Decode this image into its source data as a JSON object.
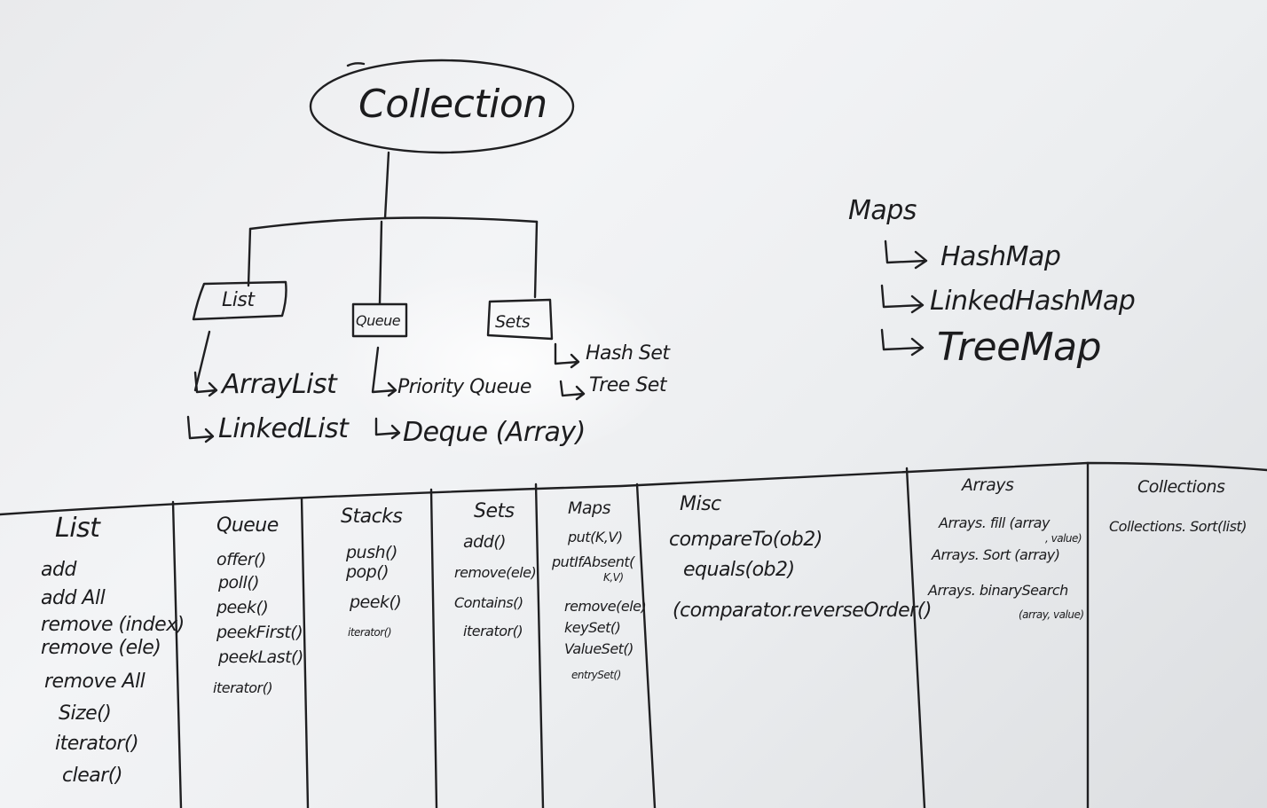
{
  "hierarchy": {
    "root": "Collection",
    "list": {
      "label": "List",
      "children": [
        "ArrayList",
        "LinkedList"
      ]
    },
    "queue": {
      "label": "Queue",
      "children": [
        "Priority Queue",
        "Deque (Array)"
      ]
    },
    "sets": {
      "label": "Sets",
      "children": [
        "Hash Set",
        "Tree Set"
      ]
    }
  },
  "maps": {
    "title": "Maps",
    "children": [
      "HashMap",
      "LinkedHashMap",
      "TreeMap"
    ]
  },
  "table": {
    "list": {
      "header": "List",
      "items": [
        "add",
        "add All",
        "remove (index)",
        "remove (ele)",
        "remove All",
        "Size()",
        "iterator()",
        "clear()"
      ]
    },
    "queue": {
      "header": "Queue",
      "items": [
        "offer()",
        "poll()",
        "peek()",
        "peekFirst()",
        "peekLast()",
        "iterator()"
      ]
    },
    "stacks": {
      "header": "Stacks",
      "items": [
        "push()",
        "pop()",
        "peek()",
        "iterator()"
      ]
    },
    "sets": {
      "header": "Sets",
      "items": [
        "add()",
        "remove(ele)",
        "Contains()",
        "iterator()"
      ]
    },
    "maps": {
      "header": "Maps",
      "items": [
        "put(K,V)",
        "putIfAbsent(",
        "K,V)",
        "remove(ele)",
        "keySet()",
        "ValueSet()",
        "entrySet()"
      ]
    },
    "misc": {
      "header": "Misc",
      "items": [
        "compareTo(ob2)",
        "equals(ob2)",
        "(comparator.reverseOrder()"
      ]
    },
    "arrays": {
      "header": "Arrays",
      "items": [
        "Arrays. fill (array",
        ", value)",
        "Arrays. Sort (array)",
        "Arrays. binarySearch",
        "(array, value)"
      ]
    },
    "collections": {
      "header": "Collections",
      "items": [
        "Collections. Sort(list)"
      ]
    }
  }
}
